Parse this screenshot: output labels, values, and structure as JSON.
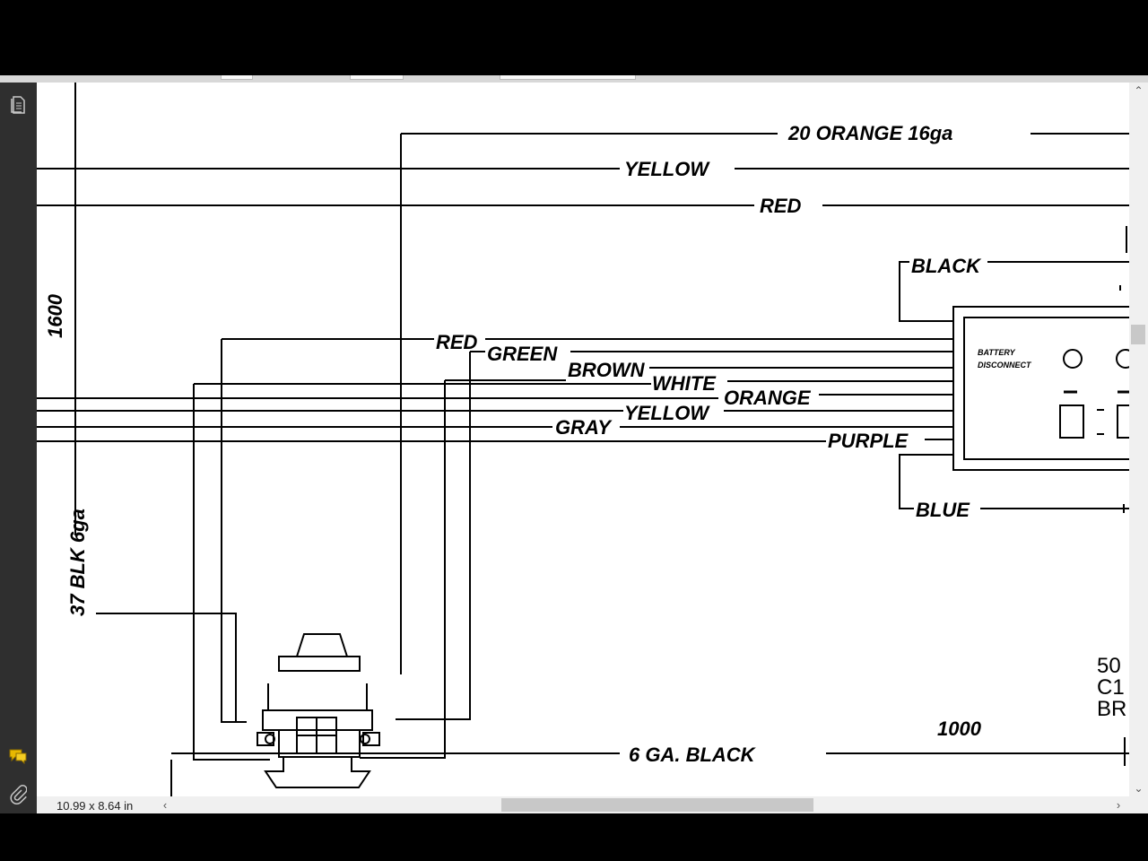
{
  "status": {
    "page_size": "10.99 x 8.64 in"
  },
  "icons": {
    "pages": "pages-icon",
    "comments": "comments-icon",
    "attachments": "paperclip-icon",
    "scroll_up": "chevron-up-icon",
    "scroll_down": "chevron-down-icon",
    "scroll_left": "chevron-left-icon",
    "scroll_right": "chevron-right-icon"
  },
  "colors": {
    "sidebar": "#2f2f2f",
    "comment_icon": "#e8b800"
  },
  "diagram": {
    "label_20_orange": "20 ORANGE 16ga",
    "label_yellow_top": "YELLOW",
    "label_red_top": "RED",
    "label_black": "BLACK",
    "label_1600": "1600",
    "label_red": "RED",
    "label_green": "GREEN",
    "label_brown": "BROWN",
    "label_white": "WHITE",
    "label_orange": "ORANGE",
    "label_gray": "GRAY",
    "label_yellow": "YELLOW",
    "label_purple": "PURPLE",
    "label_blue": "BLUE",
    "label_37_blk": "37 BLK 6ga",
    "label_1000": "1000",
    "label_6ga_black": "6 GA. BLACK",
    "panel_text_1": "BATTERY",
    "panel_text_2": "DISCONNECT",
    "label_50": "50",
    "label_c1": "C1",
    "label_br": "BR"
  }
}
